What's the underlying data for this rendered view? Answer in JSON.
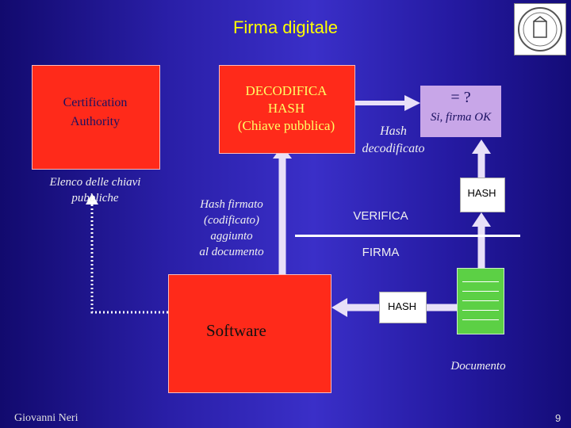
{
  "slide": {
    "title": "Firma digitale",
    "footer_author": "Giovanni Neri",
    "page_number": "9"
  },
  "nodes": {
    "certification_authority": {
      "line1": "Certification",
      "line2": "Authority"
    },
    "decodifica": {
      "line1": "DECODIFICA",
      "line2": "HASH",
      "line3": "(Chiave pubblica)"
    },
    "compare": {
      "symbol": "= ?",
      "result": "Si, firma OK"
    },
    "hash_decodificato": {
      "line1": "Hash",
      "line2": "decodificato"
    },
    "elenco": {
      "line1": "Elenco delle chiavi",
      "line2": "pubbliche"
    },
    "hash_firmato": {
      "line1": "Hash firmato",
      "line2": "(codificato)",
      "line3": "aggiunto",
      "line4": "al documento"
    },
    "verifica": "VERIFICA",
    "firma": "FIRMA",
    "hash_top": "HASH",
    "hash_bottom": "HASH",
    "software": "Software",
    "documento": "Documento"
  },
  "colors": {
    "red_box": "#ff2a1a",
    "compare_box": "#c8a6e8",
    "document": "#5cd045",
    "title": "#ffff00"
  }
}
